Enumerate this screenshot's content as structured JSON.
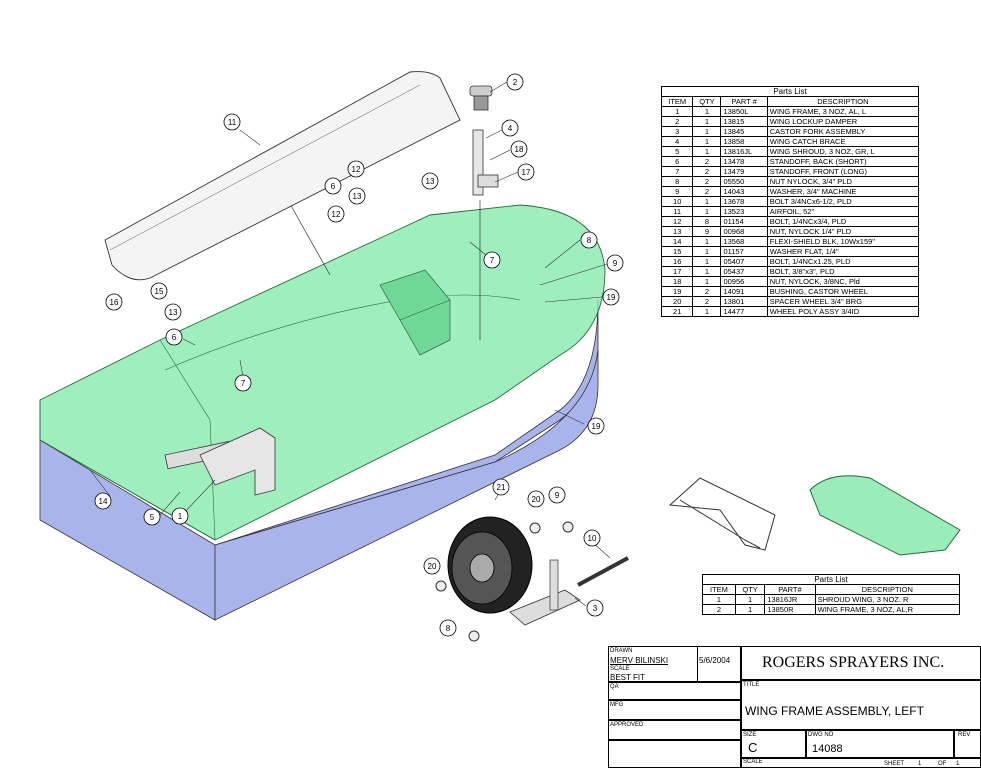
{
  "parts_list_main": {
    "title": "Parts List",
    "headers": [
      "ITEM",
      "QTY",
      "PART #",
      "DESCRIPTION"
    ],
    "rows": [
      [
        "1",
        "1",
        "13850L",
        "WING FRAME, 3 NOZ, AL, L"
      ],
      [
        "2",
        "1",
        "13815",
        "WING LOCKUP DAMPER"
      ],
      [
        "3",
        "1",
        "13845",
        "CASTOR FORK ASSEMBLY"
      ],
      [
        "4",
        "1",
        "13858",
        "WING CATCH BRACE"
      ],
      [
        "5",
        "1",
        "13816JL",
        "WING SHROUD, 3 NOZ, GR, L"
      ],
      [
        "6",
        "2",
        "13478",
        "STANDOFF, BACK (SHORT)"
      ],
      [
        "7",
        "2",
        "13479",
        "STANDOFF, FRONT (LONG)"
      ],
      [
        "8",
        "2",
        "05550",
        "NUT NYLOCK, 3/4\" PLD"
      ],
      [
        "9",
        "2",
        "14043",
        "WASHER, 3/4\" MACHINE"
      ],
      [
        "10",
        "1",
        "13678",
        "BOLT 3/4NCx6-1/2, PLD"
      ],
      [
        "11",
        "1",
        "13523",
        "AIRFOIL, 52\""
      ],
      [
        "12",
        "8",
        "01154",
        "BOLT, 1/4NCx3/4, PLD"
      ],
      [
        "13",
        "9",
        "00968",
        "NUT, NYLOCK 1/4\" PLD"
      ],
      [
        "14",
        "1",
        "13568",
        "FLEXI-SHIELD BLK, 10Wx159\""
      ],
      [
        "15",
        "1",
        "01157",
        "WASHER FLAT, 1/4\""
      ],
      [
        "16",
        "1",
        "05407",
        "BOLT, 1/4NCx1.25, PLD"
      ],
      [
        "17",
        "1",
        "05437",
        "BOLT, 3/8\"x3\", PLD"
      ],
      [
        "18",
        "1",
        "00956",
        "NUT, NYLOCK, 3/8NC, Pld"
      ],
      [
        "19",
        "2",
        "14091",
        "BUSHING, CASTOR WHEEL"
      ],
      [
        "20",
        "2",
        "13801",
        "SPACER WHEEL 3/4\" BRG"
      ],
      [
        "21",
        "1",
        "14477",
        "WHEEL POLY ASSY 3/4ID"
      ]
    ]
  },
  "parts_list_right": {
    "title": "Parts List",
    "headers": [
      "ITEM",
      "QTY",
      "PART#",
      "DESCRIPTION"
    ],
    "rows": [
      [
        "1",
        "1",
        "13816JR",
        "SHROUD WING, 3 NOZ. R"
      ],
      [
        "2",
        "1",
        "13850R",
        "WING FRAME, 3 NOZ, AL,R"
      ]
    ]
  },
  "title_block": {
    "drawn_label": "DRAWN",
    "drawn_by": "MERV BILINSKI",
    "drawn_date": "5/6/2004",
    "scale_label": "SCALE",
    "scale_value": "BEST FIT",
    "qa_label": "QA",
    "mfg_label": "MFG",
    "approved_label": "APPROVED",
    "company": "ROGERS SPRAYERS INC.",
    "title_label": "TITLE",
    "title": "WING FRAME ASSEMBLY, LEFT",
    "size_label": "SIZE",
    "size_value": "C",
    "dwg_no_label": "DWG NO",
    "dwg_no": "14088",
    "rev_label": "REV",
    "scale2_label": "SCALE",
    "sheet_label": "SHEET",
    "sheet_num": "1",
    "of_label": "OF",
    "sheet_total": "1"
  },
  "callouts": [
    {
      "id": "11",
      "label": "11"
    },
    {
      "id": "2",
      "label": "2"
    },
    {
      "id": "4",
      "label": "4"
    },
    {
      "id": "18",
      "label": "18"
    },
    {
      "id": "17",
      "label": "17"
    },
    {
      "id": "12a",
      "label": "12"
    },
    {
      "id": "6a",
      "label": "6"
    },
    {
      "id": "13a",
      "label": "13"
    },
    {
      "id": "13b",
      "label": "13"
    },
    {
      "id": "12b",
      "label": "12"
    },
    {
      "id": "7a",
      "label": "7"
    },
    {
      "id": "8a",
      "label": "8"
    },
    {
      "id": "9a",
      "label": "9"
    },
    {
      "id": "19a",
      "label": "19"
    },
    {
      "id": "16",
      "label": "16"
    },
    {
      "id": "15",
      "label": "15"
    },
    {
      "id": "13c",
      "label": "13"
    },
    {
      "id": "6b",
      "label": "6"
    },
    {
      "id": "7b",
      "label": "7"
    },
    {
      "id": "19b",
      "label": "19"
    },
    {
      "id": "14",
      "label": "14"
    },
    {
      "id": "5",
      "label": "5"
    },
    {
      "id": "1",
      "label": "1"
    },
    {
      "id": "21",
      "label": "21"
    },
    {
      "id": "20a",
      "label": "20"
    },
    {
      "id": "9b",
      "label": "9"
    },
    {
      "id": "10",
      "label": "10"
    },
    {
      "id": "20b",
      "label": "20"
    },
    {
      "id": "3",
      "label": "3"
    },
    {
      "id": "8b",
      "label": "8"
    }
  ],
  "colors": {
    "shroud_green": "#7fe8a8",
    "flexi_shield_blue": "#aab4ec",
    "line": "#000000"
  }
}
